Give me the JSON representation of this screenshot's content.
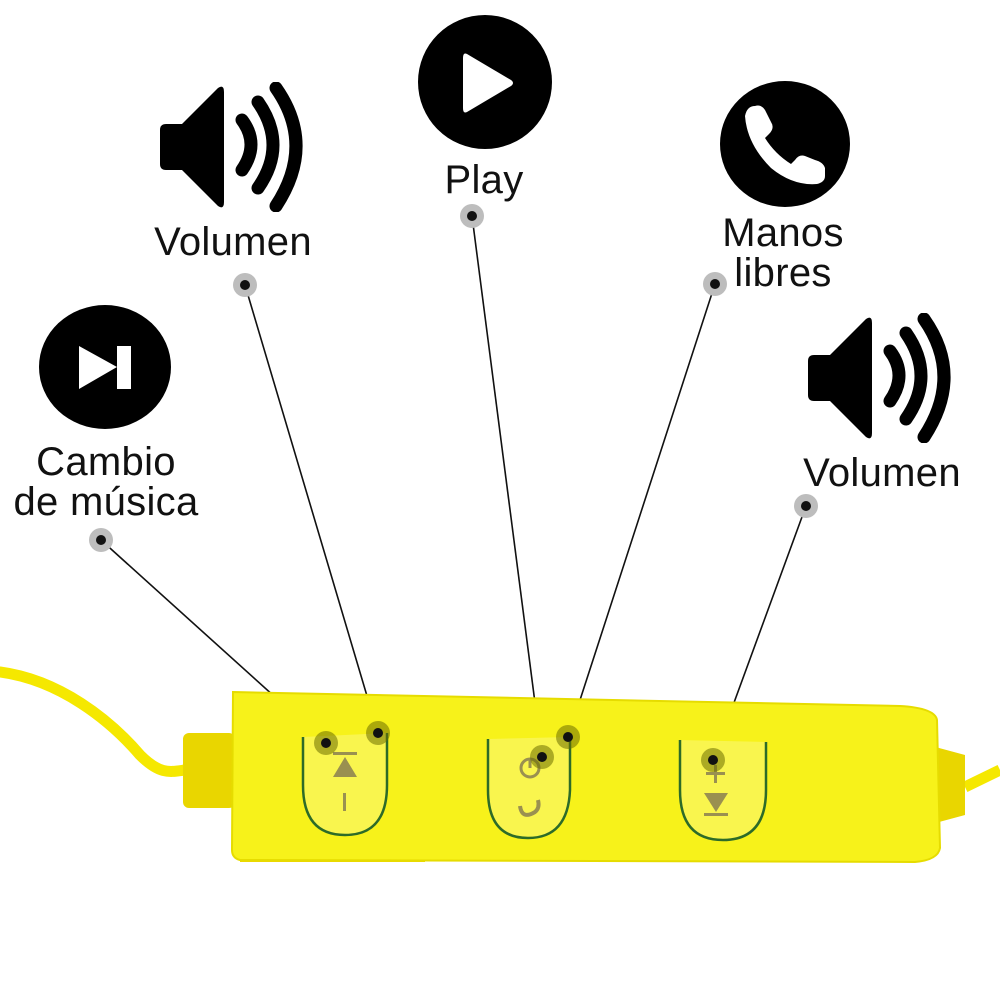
{
  "product": {
    "description": "Yellow Bluetooth earphone in-line remote control",
    "colors": {
      "body": "#f7f21a",
      "body_shade": "#e8e000",
      "cable": "#f5e800",
      "connector": "#e9d600",
      "button_outline": "#2d6b28",
      "button_glyph": "#9a9050",
      "callout_dot_outer": "#bdbdbd",
      "callout_dot_inner": "#111111",
      "icon_fill": "#000000",
      "text": "#111111",
      "background": "#ffffff"
    }
  },
  "callouts": [
    {
      "id": "next-track",
      "icon": "skip-next-icon",
      "label_lines": [
        "Cambio",
        "de música"
      ]
    },
    {
      "id": "volume-down",
      "icon": "speaker-volume-icon",
      "label_lines": [
        "Volumen"
      ]
    },
    {
      "id": "play",
      "icon": "play-circle-icon",
      "label_lines": [
        "Play"
      ]
    },
    {
      "id": "hands-free",
      "icon": "phone-call-icon",
      "label_lines": [
        "Manos",
        "libres"
      ]
    },
    {
      "id": "volume-up",
      "icon": "speaker-volume-icon",
      "label_lines": [
        "Volumen"
      ]
    }
  ],
  "buttons": [
    {
      "id": "left-button",
      "glyphs": [
        "▲ (skip)",
        "–"
      ]
    },
    {
      "id": "center-button",
      "glyphs": [
        "⏻",
        "phone"
      ]
    },
    {
      "id": "right-button",
      "glyphs": [
        "+",
        "▼ (skip)"
      ]
    }
  ]
}
